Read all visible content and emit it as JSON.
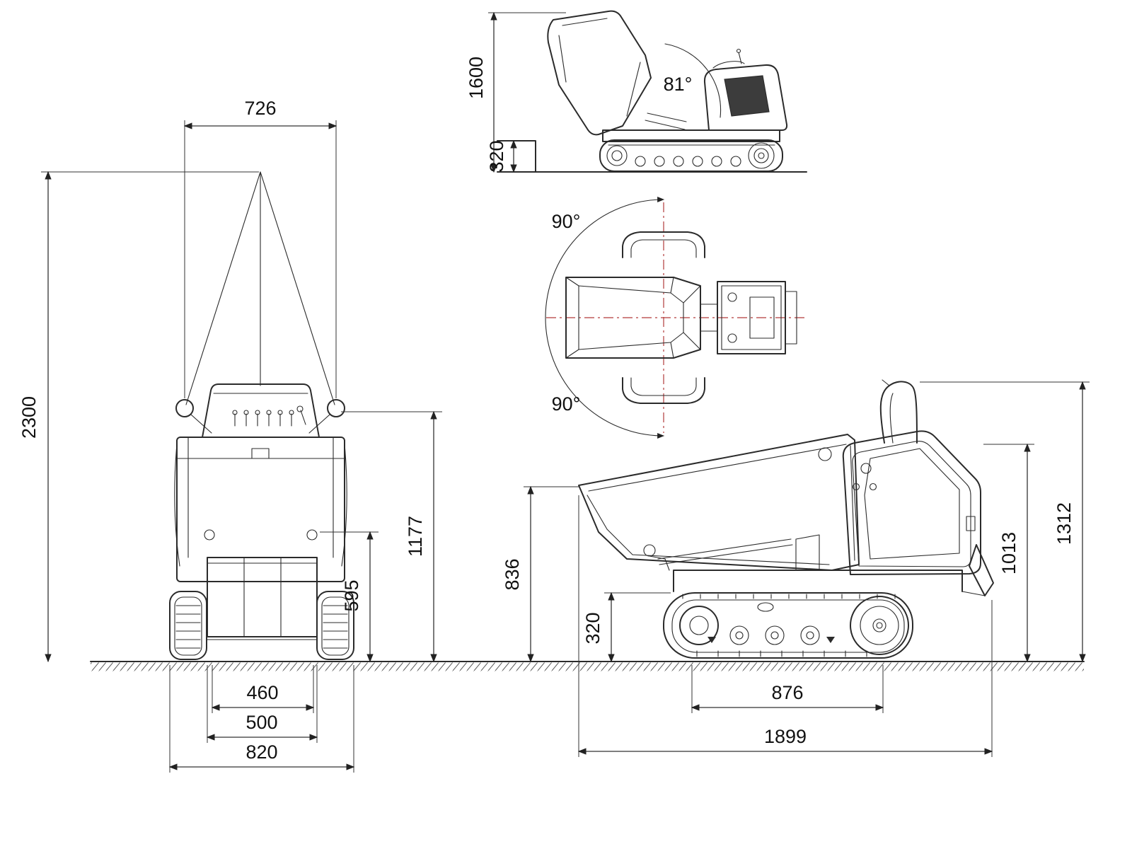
{
  "drawing": {
    "front_view": {
      "top_width": "726",
      "overall_height": "2300",
      "mid_height": "1177",
      "platform_height": "595",
      "inner_width": "460",
      "skip_width": "500",
      "overall_width": "820"
    },
    "dump_view": {
      "dump_height": "1600",
      "sill_height": "320",
      "tip_angle": "81°"
    },
    "top_view": {
      "swivel_upper": "90°",
      "swivel_lower": "90°"
    },
    "side_view": {
      "skip_height": "836",
      "track_height": "320",
      "engine_height": "1013",
      "overall_height": "1312",
      "track_length": "876",
      "overall_length": "1899"
    }
  }
}
